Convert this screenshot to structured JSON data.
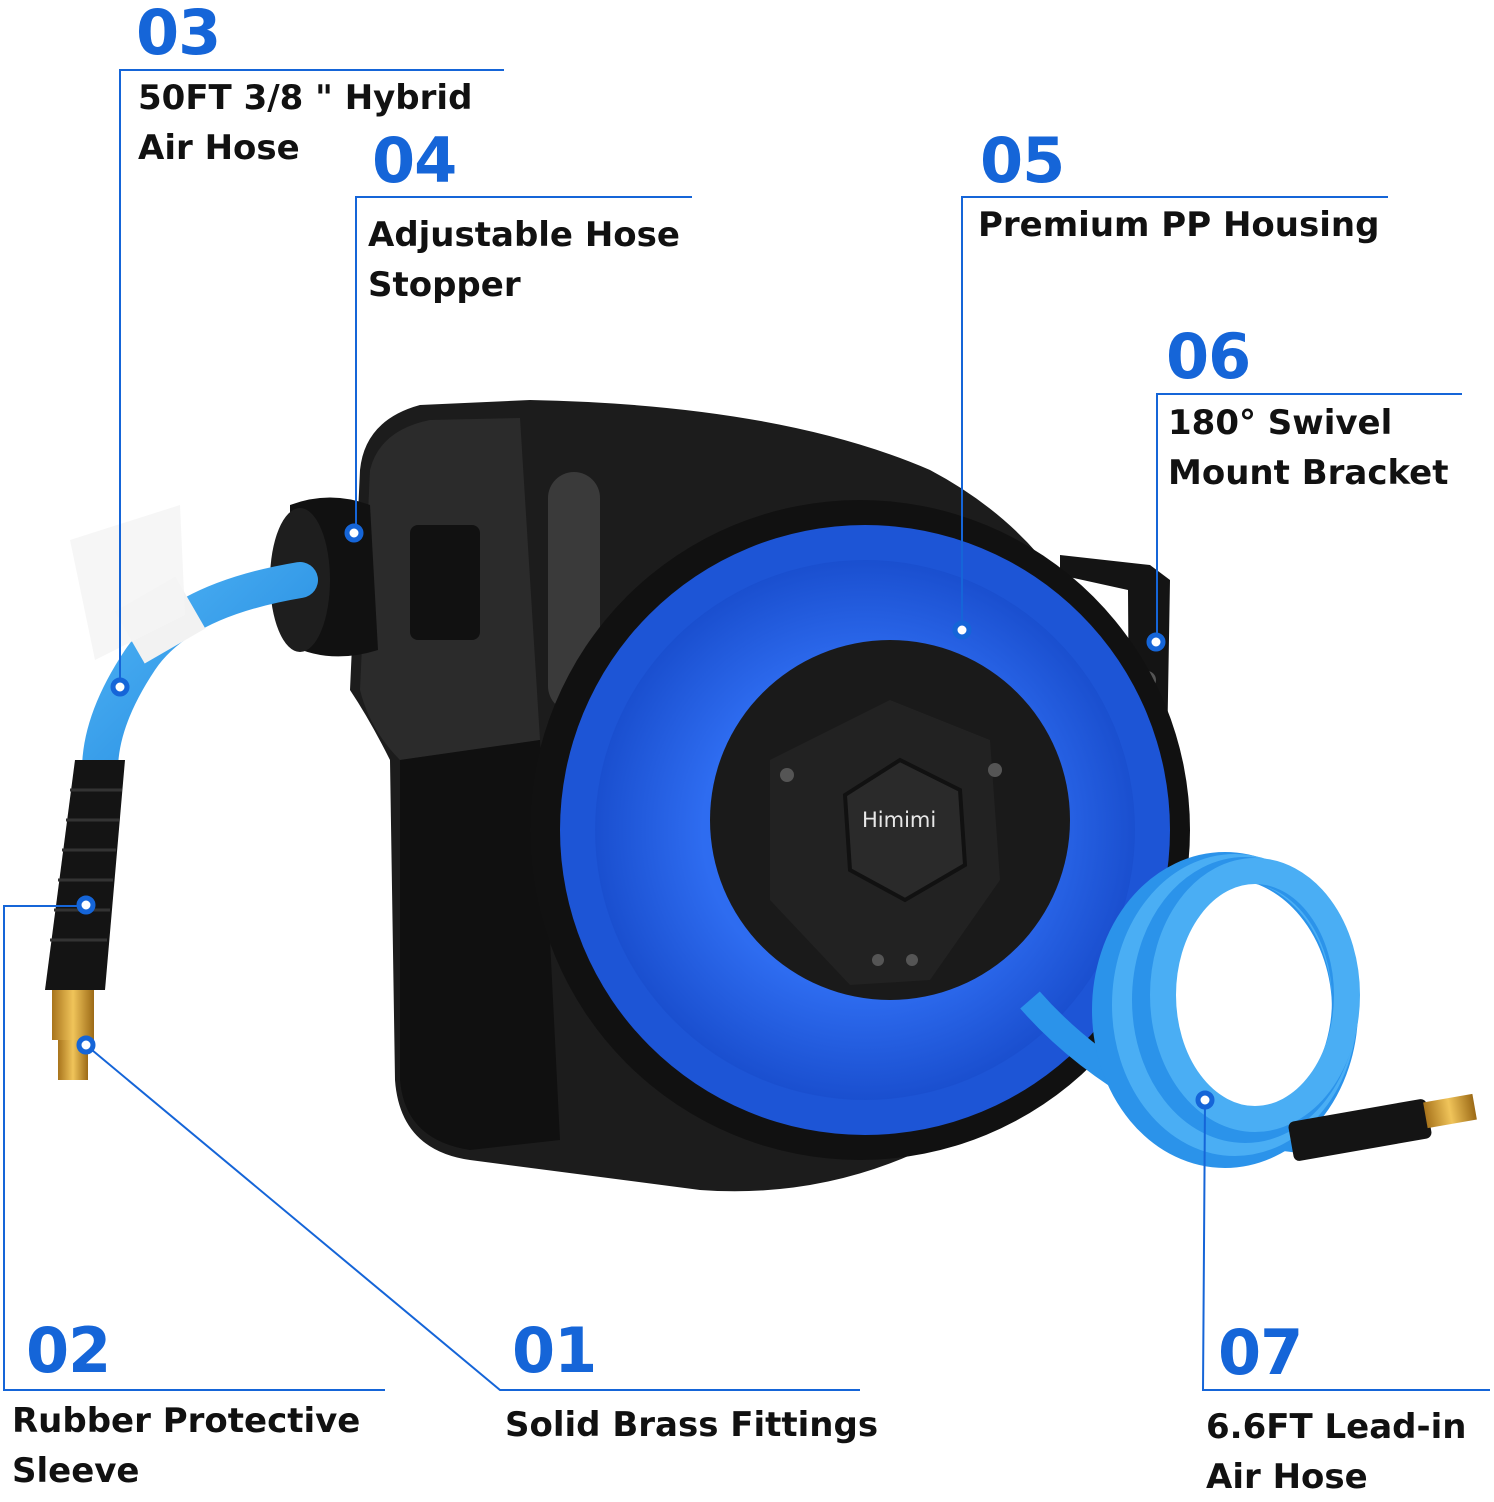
{
  "brand": "Himimi",
  "accent_color": "#1565d8",
  "callouts": [
    {
      "number": "01",
      "lines": [
        "Solid Brass Fittings"
      ]
    },
    {
      "number": "02",
      "lines": [
        "Rubber Protective",
        "Sleeve"
      ]
    },
    {
      "number": "03",
      "lines": [
        "50FT 3/8 \" Hybrid",
        "Air Hose"
      ]
    },
    {
      "number": "04",
      "lines": [
        "Adjustable Hose",
        "Stopper"
      ]
    },
    {
      "number": "05",
      "lines": [
        "Premium PP Housing"
      ]
    },
    {
      "number": "06",
      "lines": [
        "180° Swivel",
        "Mount Bracket"
      ]
    },
    {
      "number": "07",
      "lines": [
        "6.6FT Lead-in",
        "Air Hose"
      ]
    }
  ]
}
